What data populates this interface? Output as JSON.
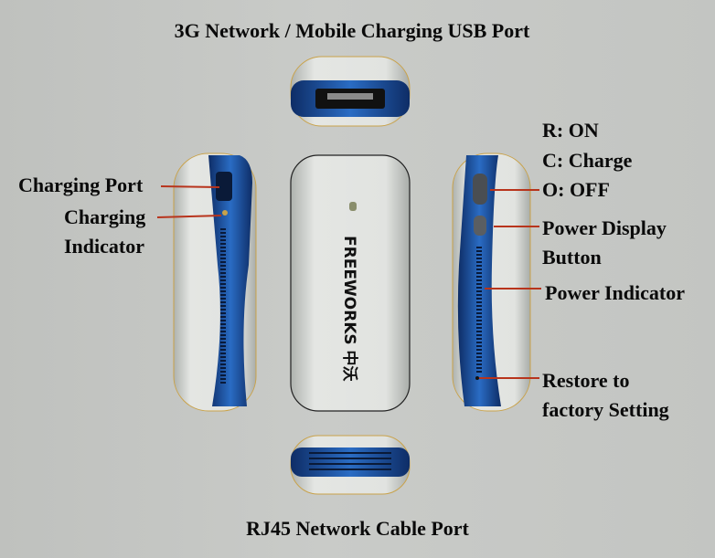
{
  "title": "3G Network / Mobile Charging USB Port",
  "bottom_label": "RJ45 Network Cable Port",
  "left_labels": {
    "charging_port": "Charging Port",
    "charging_indicator_1": "Charging",
    "charging_indicator_2": "Indicator"
  },
  "right_labels": {
    "switch_r": "R: ON",
    "switch_c": "C: Charge",
    "switch_o": "O: OFF",
    "power_display_1": "Power Display",
    "power_display_2": "Button",
    "power_indicator": "Power Indicator",
    "restore_1": "Restore to",
    "restore_2": "factory Setting"
  },
  "device_logo": "FREEWORKS 中沃",
  "colors": {
    "accent_blue": "#1f5fb0",
    "leader_line": "#b8341c",
    "device_body": "#dcdedb"
  }
}
